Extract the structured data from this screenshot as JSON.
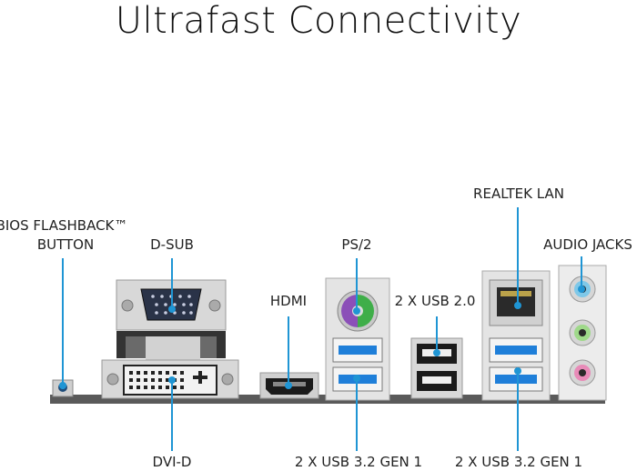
{
  "title": "Ultrafast Connectivity",
  "labels": {
    "bios_line1": "BIOS FLASHBACK™",
    "bios_line2": "BUTTON",
    "dsub": "D-SUB",
    "ps2": "PS/2",
    "hdmi": "HDMI",
    "usb20": "2 X USB 2.0",
    "lan": "REALTEK LAN",
    "audio": "AUDIO JACKS",
    "dvid": "DVI-D",
    "usb32_left": "2 X USB 3.2 GEN 1",
    "usb32_right": "2 X USB 3.2 GEN 1"
  },
  "colors": {
    "accent": "#1f95d4",
    "usb3_blue": "#1f7fd9",
    "ps2_purple": "#8b4fb8",
    "ps2_green": "#3fae49",
    "audio_blue": "#7fc8e8",
    "audio_green": "#9fd98a",
    "audio_pink": "#e88bb8"
  }
}
